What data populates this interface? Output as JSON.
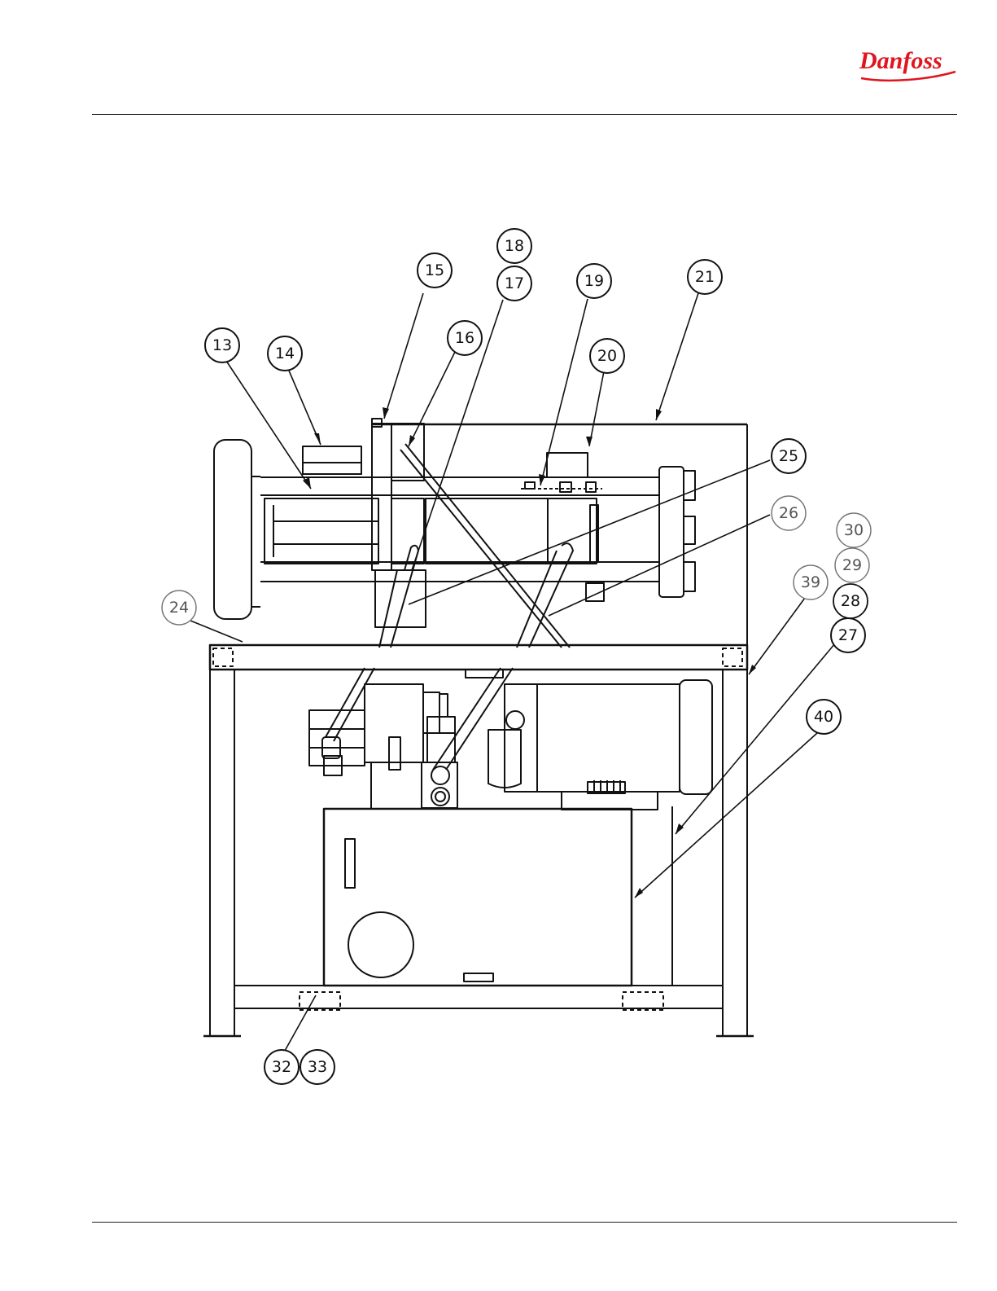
{
  "header": {
    "brand": "Danfoss",
    "brand_color": "#e0151f"
  },
  "diagram": {
    "callouts": [
      {
        "id": "c13",
        "label": "13"
      },
      {
        "id": "c14",
        "label": "14"
      },
      {
        "id": "c15",
        "label": "15"
      },
      {
        "id": "c16",
        "label": "16"
      },
      {
        "id": "c17",
        "label": "17"
      },
      {
        "id": "c18",
        "label": "18"
      },
      {
        "id": "c19",
        "label": "19"
      },
      {
        "id": "c20",
        "label": "20"
      },
      {
        "id": "c21",
        "label": "21"
      },
      {
        "id": "c24",
        "label": "24"
      },
      {
        "id": "c25",
        "label": "25"
      },
      {
        "id": "c26",
        "label": "26"
      },
      {
        "id": "c27",
        "label": "27"
      },
      {
        "id": "c28",
        "label": "28"
      },
      {
        "id": "c29",
        "label": "29"
      },
      {
        "id": "c30",
        "label": "30"
      },
      {
        "id": "c32",
        "label": "32"
      },
      {
        "id": "c33",
        "label": "33"
      },
      {
        "id": "c39",
        "label": "39"
      },
      {
        "id": "c40",
        "label": "40"
      }
    ]
  }
}
